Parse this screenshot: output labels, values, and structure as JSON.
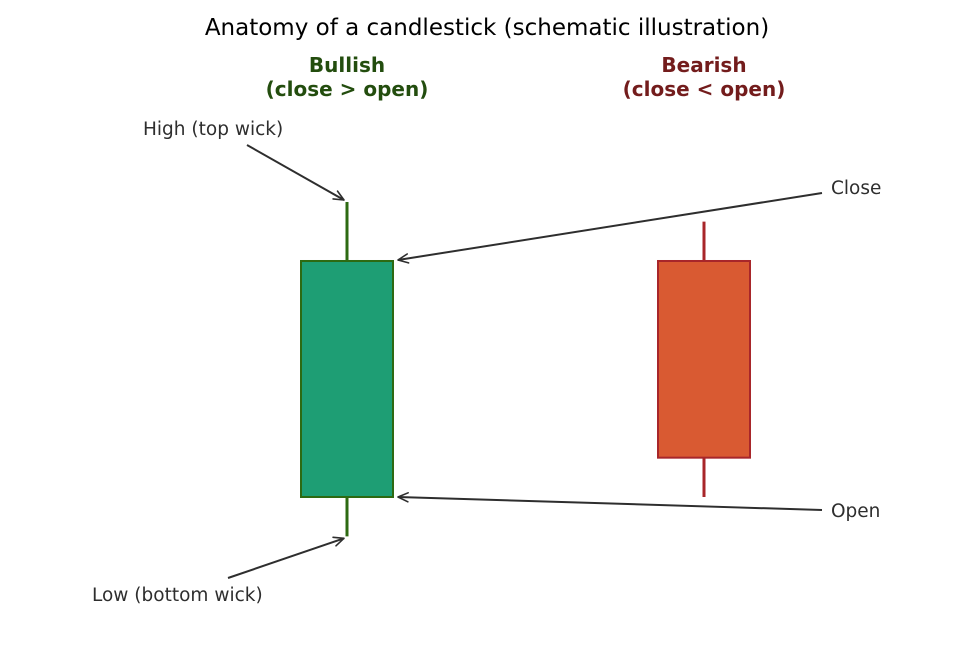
{
  "title": "Anatomy of a candlestick (schematic illustration)",
  "colors": {
    "bullish_fill": "#1e9e74",
    "bullish_edge": "#2d6a12",
    "bullish_header": "#234d0e",
    "bearish_fill": "#d95a32",
    "bearish_edge": "#a8262a",
    "bearish_header": "#731c1c",
    "annotation": "#2e2e2e"
  },
  "candles": [
    {
      "kind": "bullish",
      "header_line1": "Bullish",
      "header_line2": "(close > open)",
      "open": 0.0,
      "close": 1.2,
      "high": 1.5,
      "low": -0.2
    },
    {
      "kind": "bearish",
      "header_line1": "Bearish",
      "header_line2": "(close < open)",
      "open": 1.2,
      "close": 0.2,
      "high": 1.4,
      "low": 0.0
    }
  ],
  "annotations": {
    "high": "High (top wick)",
    "low": "Low (bottom wick)",
    "close": "Close",
    "open": "Open"
  }
}
